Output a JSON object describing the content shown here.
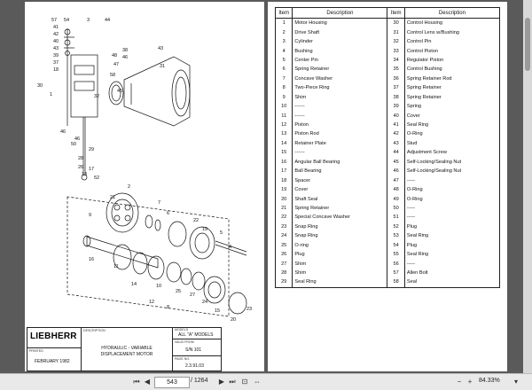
{
  "left_page": {
    "callouts": [
      "57",
      "54",
      "3",
      "44",
      "41",
      "42",
      "40",
      "43",
      "39",
      "37",
      "18",
      "58",
      "30",
      "1",
      "32",
      "46",
      "46",
      "50",
      "48",
      "47",
      "45",
      "38",
      "46",
      "29",
      "28",
      "26",
      "17",
      "13",
      "52",
      "43",
      "31",
      "9",
      "21",
      "2",
      "7",
      "6",
      "22",
      "19",
      "5",
      "4",
      "16",
      "11",
      "14",
      "10",
      "25",
      "27",
      "24",
      "15",
      "20",
      "23",
      "12",
      "8"
    ],
    "title_block": {
      "logo": "LIEBHERR",
      "description_label": "DESCRIPTION",
      "description_line1": "HYDRAULIC - VARIABLE",
      "description_line2": "DISPLACEMENT MOTOR",
      "model_label": "MODELS",
      "model_value": "ALL \"A\" MODELS",
      "valid_from_label": "VALID FROM",
      "valid_from_value": "S/N 101",
      "printed_label": "PRINTED",
      "printed_value": "FEBRUARY  1982",
      "page_no_label": "PAGE NO.",
      "page_no_value": "2.3.91.03"
    }
  },
  "right_page": {
    "headers": [
      "Item",
      "Description",
      "Item",
      "Description"
    ],
    "rows": [
      [
        "1",
        "Motor Housing",
        "30",
        "Control Housing"
      ],
      [
        "2",
        "Drive Shaft",
        "31",
        "Control Lens w/Bushing"
      ],
      [
        "3",
        "Cylinder",
        "32",
        "Control Pin"
      ],
      [
        "4",
        "Bushing",
        "33",
        "Control Piston"
      ],
      [
        "5",
        "Center Pin",
        "34",
        "Regulator Piston"
      ],
      [
        "6",
        "Spring Retainer",
        "35",
        "Control Bushing"
      ],
      [
        "7",
        "Concave Washer",
        "36",
        "Spring Retainer Rod"
      ],
      [
        "8",
        "Two-Piece Ring",
        "37",
        "Spring Retainer"
      ],
      [
        "9",
        "Shim",
        "38",
        "Spring Retainer"
      ],
      [
        "10",
        "------",
        "39",
        "Spring"
      ],
      [
        "11",
        "------",
        "40",
        "Cover"
      ],
      [
        "12",
        "Piston",
        "41",
        "Seal Ring"
      ],
      [
        "13",
        "Piston Rod",
        "42",
        "O-Ring"
      ],
      [
        "14",
        "Retainer Plate",
        "43",
        "Stud"
      ],
      [
        "15",
        "------",
        "44",
        "Adjustment Screw"
      ],
      [
        "16",
        "Angular Ball Bearing",
        "45",
        "Self-Locking/Sealing Nut"
      ],
      [
        "17",
        "Ball Bearing",
        "46",
        "Self-Locking/Sealing Nut"
      ],
      [
        "18",
        "Spacer",
        "47",
        "-----"
      ],
      [
        "19",
        "Cover",
        "48",
        "O-Ring"
      ],
      [
        "20",
        "Shaft Seal",
        "49",
        "O-Ring"
      ],
      [
        "21",
        "Spring Retainer",
        "50",
        "-----"
      ],
      [
        "22",
        "Special Concave Washer",
        "51",
        "-----"
      ],
      [
        "23",
        "Snap Ring",
        "52",
        "Plug"
      ],
      [
        "24",
        "Snap Ring",
        "53",
        "Seal Ring"
      ],
      [
        "25",
        "O-ring",
        "54",
        "Plug"
      ],
      [
        "26",
        "Plug",
        "55",
        "Seal Ring"
      ],
      [
        "27",
        "Shim",
        "56",
        "-----"
      ],
      [
        "28",
        "Shim",
        "57",
        "Allen Bolt"
      ],
      [
        "29",
        "Seal Ring",
        "58",
        "Seal"
      ]
    ]
  },
  "toolbar": {
    "current_page": "543",
    "total_pages": "/ 1264",
    "zoom": "84.33%",
    "icons": [
      "first-page-icon",
      "prev-page-icon",
      "next-page-icon",
      "last-page-icon",
      "fit-page-icon",
      "fit-width-icon",
      "zoom-out-icon",
      "zoom-in-icon",
      "zoom-dropdown-icon"
    ]
  }
}
